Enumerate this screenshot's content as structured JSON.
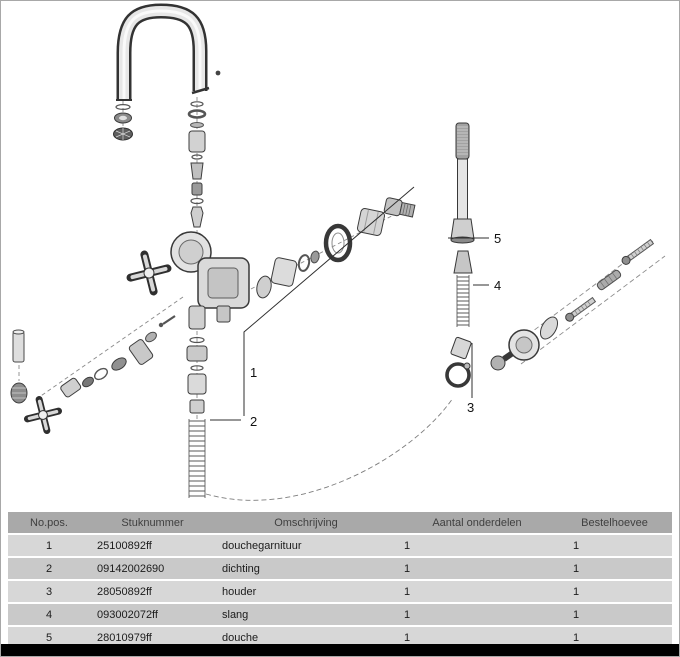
{
  "diagram": {
    "callouts": [
      {
        "label": "1"
      },
      {
        "label": "2"
      },
      {
        "label": "3"
      },
      {
        "label": "4"
      },
      {
        "label": "5"
      }
    ]
  },
  "table": {
    "headers": [
      "No.pos.",
      "Stuknummer",
      "Omschrijving",
      "Aantal onderdelen",
      "Bestelhoevee"
    ],
    "rows": [
      {
        "pos": "1",
        "stuknummer": "25100892ff",
        "omschrijving": "douchegarnituur",
        "aantal": "1",
        "bestel": "1"
      },
      {
        "pos": "2",
        "stuknummer": "09142002690",
        "omschrijving": "dichting",
        "aantal": "1",
        "bestel": "1"
      },
      {
        "pos": "3",
        "stuknummer": "28050892ff",
        "omschrijving": "houder",
        "aantal": "1",
        "bestel": "1"
      },
      {
        "pos": "4",
        "stuknummer": "093002072ff",
        "omschrijving": "slang",
        "aantal": "1",
        "bestel": "1"
      },
      {
        "pos": "5",
        "stuknummer": "28010979ff",
        "omschrijving": "douche",
        "aantal": "1",
        "bestel": "1"
      }
    ]
  },
  "colors": {
    "page_bg": "#ffffff",
    "table_header_bg": "#a9a9a9",
    "table_row_odd_bg": "#d7d7d7",
    "table_row_even_bg": "#c9c9c9",
    "footer_bar_bg": "#000000"
  }
}
